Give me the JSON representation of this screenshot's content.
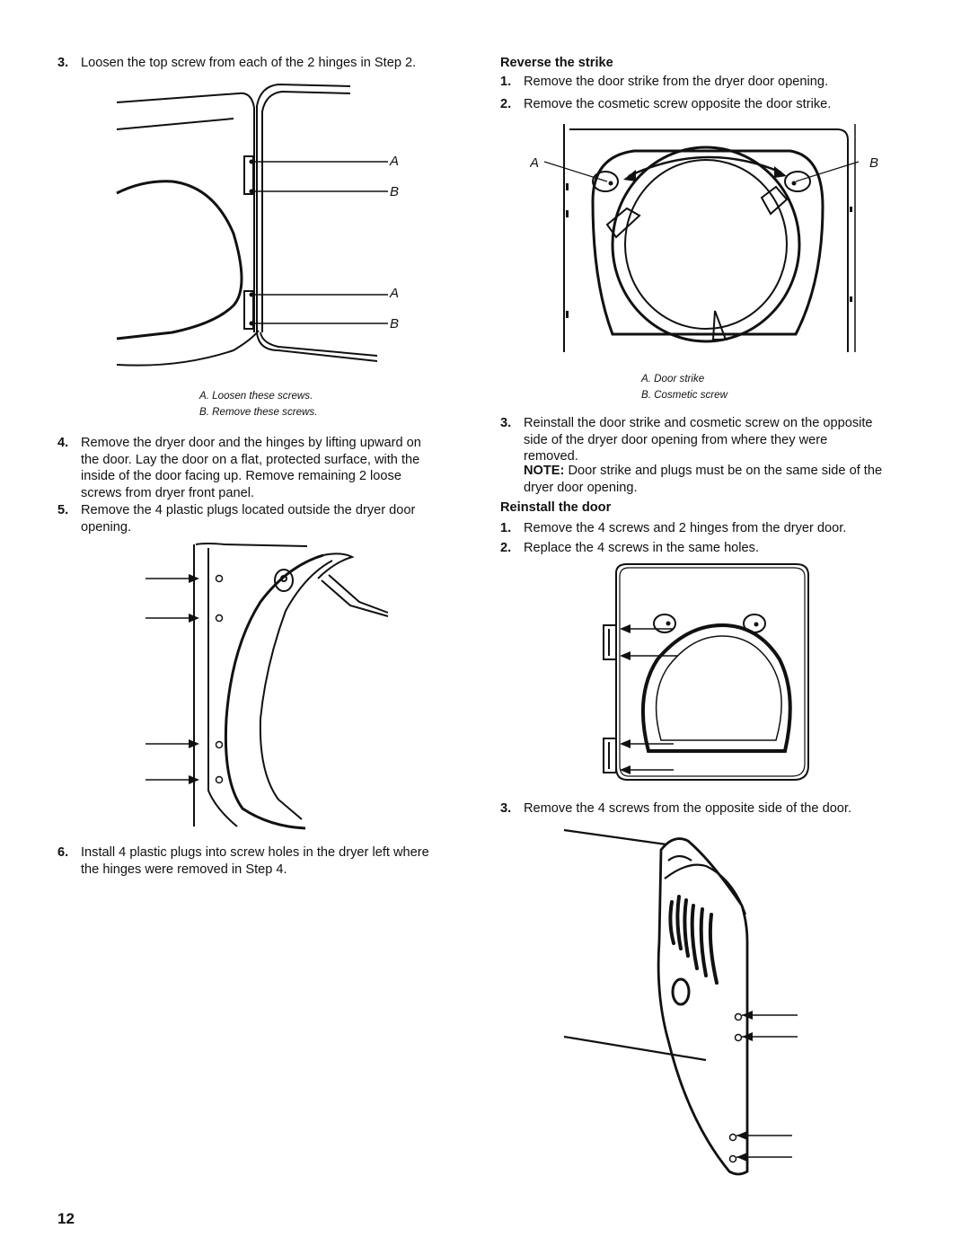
{
  "left": {
    "step3": {
      "num": "3.",
      "text": "Loosen the top screw from each of the 2 hinges in Step 2."
    },
    "fig1": {
      "label_a": "A",
      "label_b": "B",
      "caption_a": "A. Loosen these screws.",
      "caption_b": "B. Remove these screws."
    },
    "step4": {
      "num": "4.",
      "lines": [
        "Remove the dryer door and the hinges by lifting upward on",
        "the door. Lay the door on a flat, protected surface, with the",
        "inside of the door facing up. Remove remaining 2 loose",
        "screws from dryer front panel."
      ]
    },
    "step5": {
      "num": "5.",
      "lines": [
        "Remove the 4 plastic plugs located outside the dryer door",
        "opening."
      ]
    },
    "step6": {
      "num": "6.",
      "lines": [
        "Install 4 plastic plugs into screw holes in the dryer left where",
        "the hinges were removed in Step 4."
      ]
    }
  },
  "right": {
    "reverse_heading": "Reverse the strike",
    "rs1": {
      "num": "1.",
      "text": "Remove the door strike from the dryer door opening."
    },
    "rs2": {
      "num": "2.",
      "text": "Remove the cosmetic screw opposite the door strike."
    },
    "fig2": {
      "label_a": "A",
      "label_b": "B",
      "caption_a": "A. Door strike",
      "caption_b": "B. Cosmetic screw"
    },
    "rs3": {
      "num": "3.",
      "lines": [
        "Reinstall the door strike and cosmetic screw on the opposite",
        "side of the dryer door opening from where they were",
        "removed."
      ]
    },
    "note": {
      "label": "NOTE:",
      "lines": [
        " Door strike and plugs must be on the same side of the",
        "dryer door opening."
      ]
    },
    "reinstall_heading": "Reinstall the door",
    "rd1": {
      "num": "1.",
      "text": "Remove the 4 screws and 2 hinges from the dryer door."
    },
    "rd2": {
      "num": "2.",
      "text": "Replace the 4 screws in the same holes."
    },
    "rd3": {
      "num": "3.",
      "text": "Remove the 4 screws from the opposite side of the door."
    }
  },
  "page_number": "12"
}
